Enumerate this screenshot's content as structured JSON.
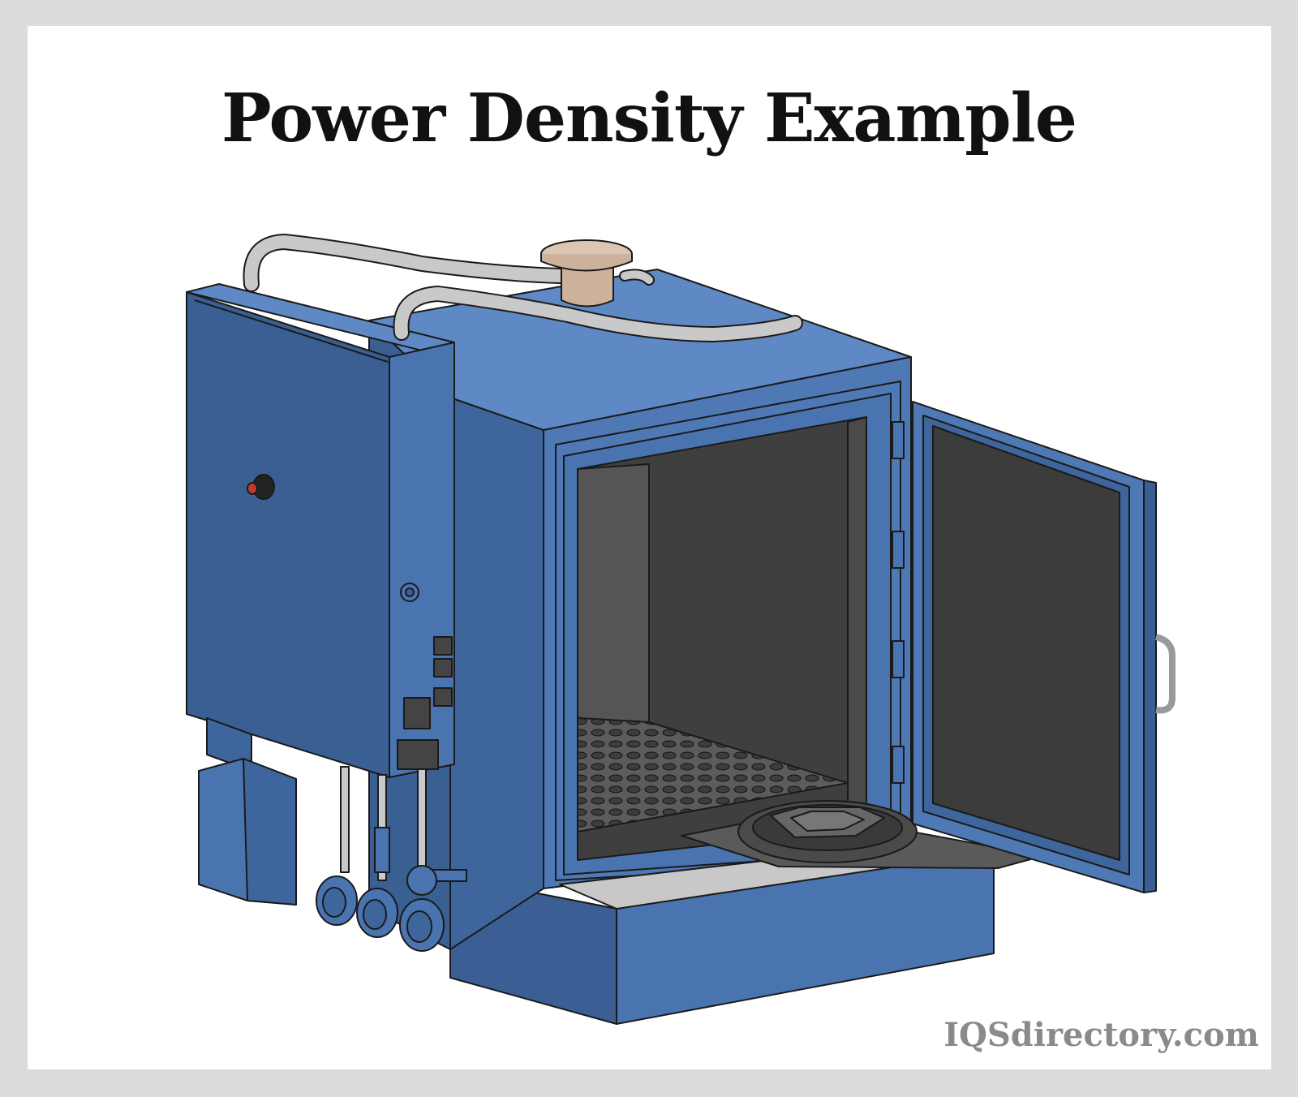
{
  "title": "Power Density Example",
  "watermark": "IQSdirectory.com",
  "colors": {
    "background_border": "#dcdcdc",
    "panel": "#ffffff",
    "oven_blue": "#4f79b4",
    "oven_blue_dark": "#3a5f92",
    "interior": "#404040",
    "pipe": "#c9c9c9",
    "vent_cap": "#cdb29b"
  },
  "icons": [
    "industrial-oven",
    "control-panel",
    "oven-door",
    "wire-rack",
    "turntable-tray",
    "exhaust-vent",
    "gas-valves"
  ]
}
